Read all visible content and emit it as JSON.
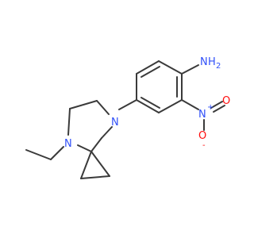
{
  "molecule": {
    "labels": {
      "amine_N": "N",
      "amine_H": "H",
      "amine_sub": "2",
      "ring_N1": "N",
      "ring_N2": "N",
      "nitro_N": "N",
      "nitro_plus": "+",
      "nitro_O1": "O",
      "nitro_O2": "O",
      "nitro_minus": "-"
    },
    "colors": {
      "bond": "#3a3a3a",
      "nitrogen": "#3050f8",
      "oxygen": "#ff0d0d"
    }
  }
}
